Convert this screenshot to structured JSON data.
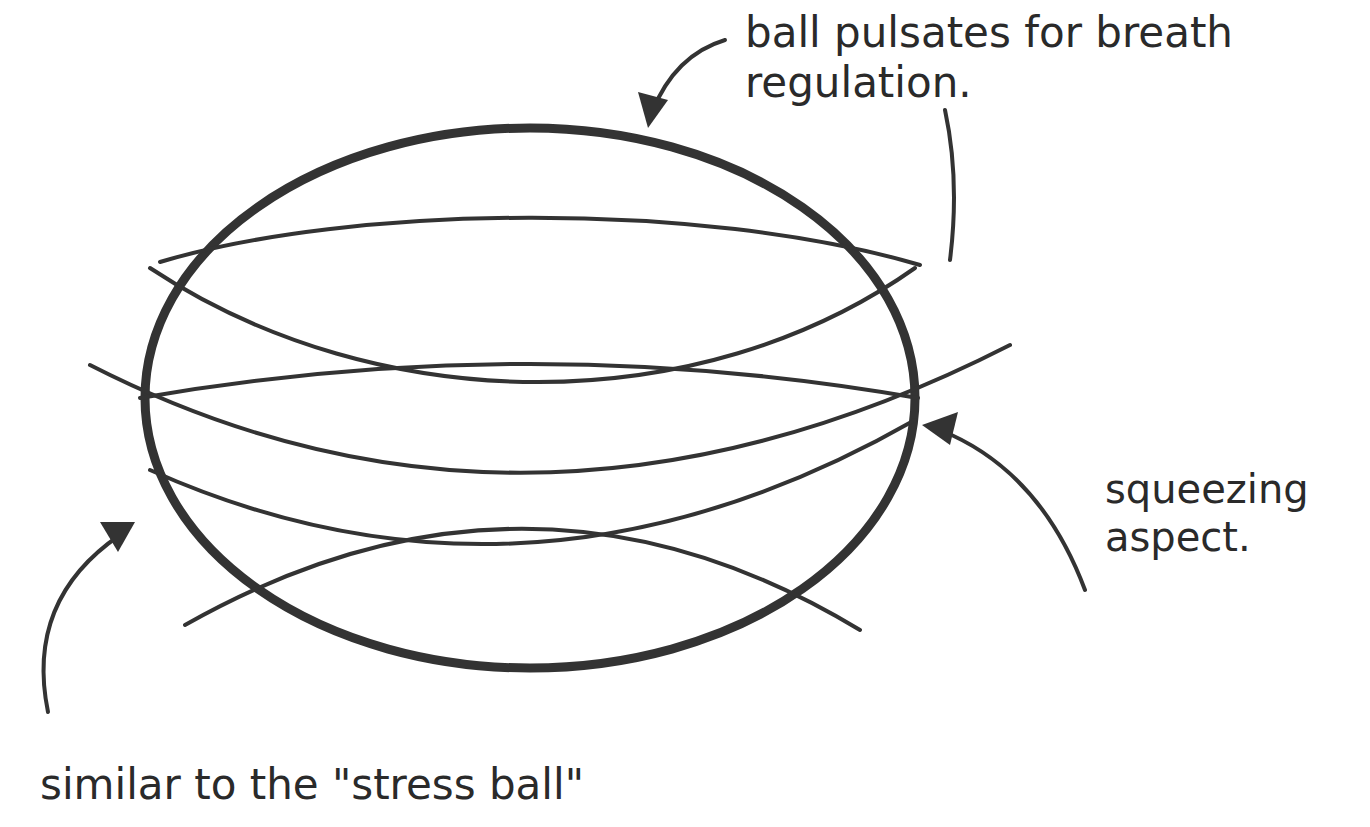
{
  "diagram": {
    "labels": [
      "ball pulsates for breath regulation.",
      "squeezing aspect.",
      "similar to the \"stress ball\""
    ]
  }
}
